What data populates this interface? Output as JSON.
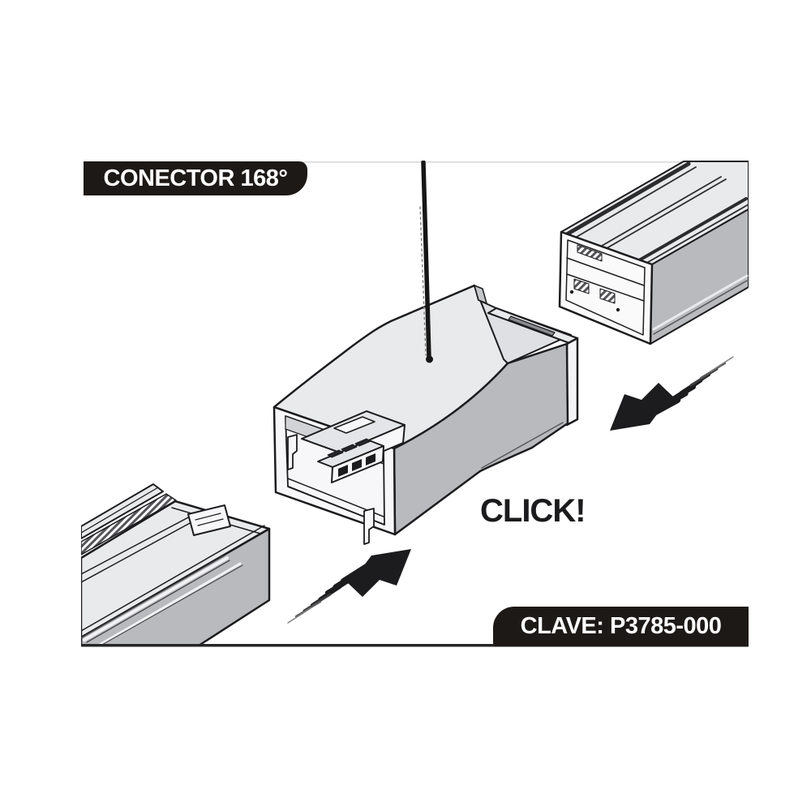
{
  "badges": {
    "top_left": "CONECTOR 168°",
    "bottom_right": "CLAVE: P3785-000"
  },
  "annotations": {
    "click": "CLICK!"
  },
  "illustration": {
    "type": "assembly-instruction-diagram",
    "parts": [
      "track-connector-body",
      "suspension-cable",
      "track-rail-top-right",
      "track-rail-bottom-left",
      "motion-arrow-toward-connector-right",
      "motion-arrow-toward-connector-left"
    ]
  },
  "colors": {
    "ink": "#1c1c1e",
    "badge_bg": "#1d1916",
    "badge_text": "#ffffff",
    "surface_light": "#e9eaec",
    "surface_mid": "#d8d9dc",
    "surface_dark": "#b9babd",
    "surface_white": "#f7f7f9"
  }
}
